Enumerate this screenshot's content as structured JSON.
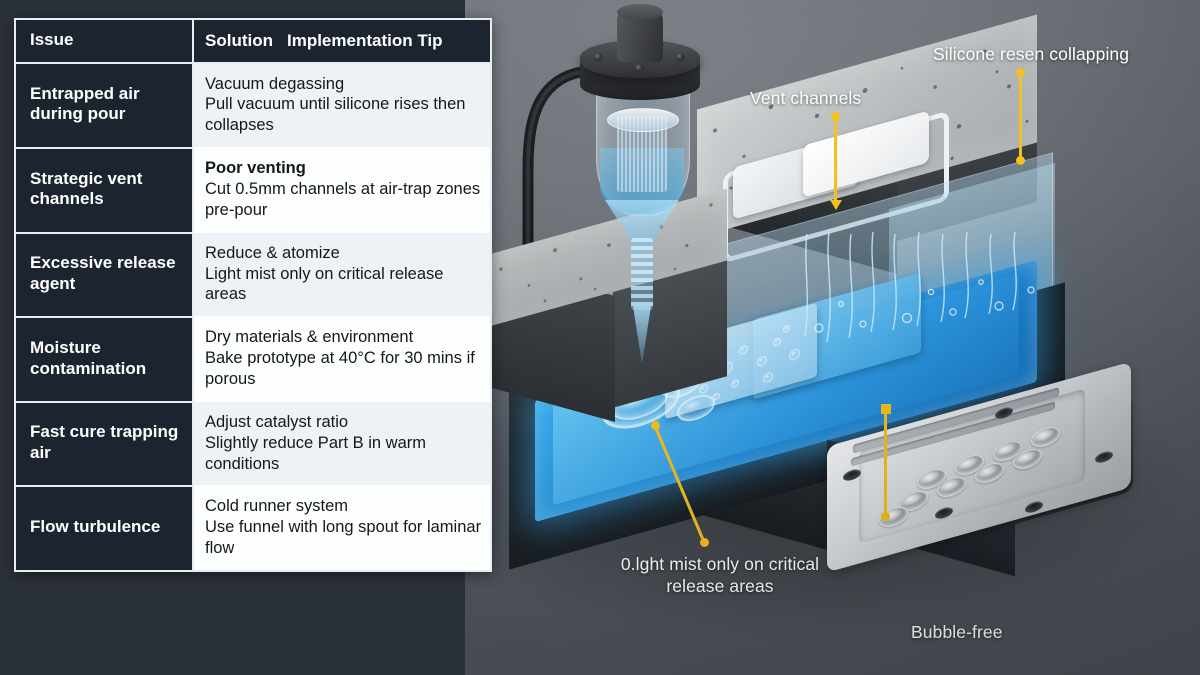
{
  "table": {
    "headers": {
      "issue": "Issue",
      "solution": "Solution",
      "tip": "Implementation Tip"
    },
    "rows": [
      {
        "issue": "Entrapped air during pour",
        "solution": "Vacuum degassing",
        "solution_bold": false,
        "tip": "Pull vacuum until silicone rises then collapses"
      },
      {
        "issue": "Strategic vent channels",
        "solution": "Poor venting",
        "solution_bold": true,
        "tip": "Cut 0.5mm channels at air-trap zones pre-pour"
      },
      {
        "issue": "Excessive release agent",
        "solution": "Reduce & atomize",
        "solution_bold": false,
        "tip": "Light mist only on critical release areas"
      },
      {
        "issue": "Moisture contamination",
        "solution": "Dry materials & environment",
        "solution_bold": false,
        "tip": "Bake prototype at 40°C for 30 mins if porous"
      },
      {
        "issue": "Fast cure trapping air",
        "solution": "Adjust catalyst ratio",
        "solution_bold": false,
        "tip": "Slightly reduce Part B in warm conditions"
      },
      {
        "issue": "Flow turbulence",
        "solution": "Cold runner system",
        "solution_bold": false,
        "tip": "Use funnel with long spout for laminar flow"
      }
    ]
  },
  "illustration": {
    "callouts": [
      {
        "id": "silicone-resin-collapsing",
        "label": "Silicone resen collapping"
      },
      {
        "id": "vent-channels",
        "label": "Vent channels"
      },
      {
        "id": "light-mist",
        "label": "0.lght mist only on critical\nrelease areas"
      },
      {
        "id": "bubble-free",
        "label": "Bubble-free"
      }
    ],
    "callout_labels": {
      "silicone": "Silicone resen collapping",
      "vent": "Vent channels",
      "mist_line1": "0.lght mist only on critical",
      "mist_line2": "release areas",
      "bubble": "Bubble-free"
    },
    "parts": {
      "vacuum_chamber": "vacuum-degassing-chamber",
      "pour_spout": "pour-spout",
      "stone_mold_cover": "stone-mold-cover",
      "resin_tank": "resin-tank",
      "metal_mold_plate": "metal-mold-plate"
    }
  },
  "colors": {
    "callout_yellow": "#f3c01c",
    "table_header_bg": "#1c242f",
    "table_issue_bg": "#1c242f",
    "table_solution_bg": "#fdfefe",
    "table_solution_alt_bg": "#eef1f5",
    "table_border": "#e9edf2",
    "page_bg": "#2b3138",
    "resin_cyan": "#35a9ec",
    "stone_gray": "#b4b8ba"
  }
}
